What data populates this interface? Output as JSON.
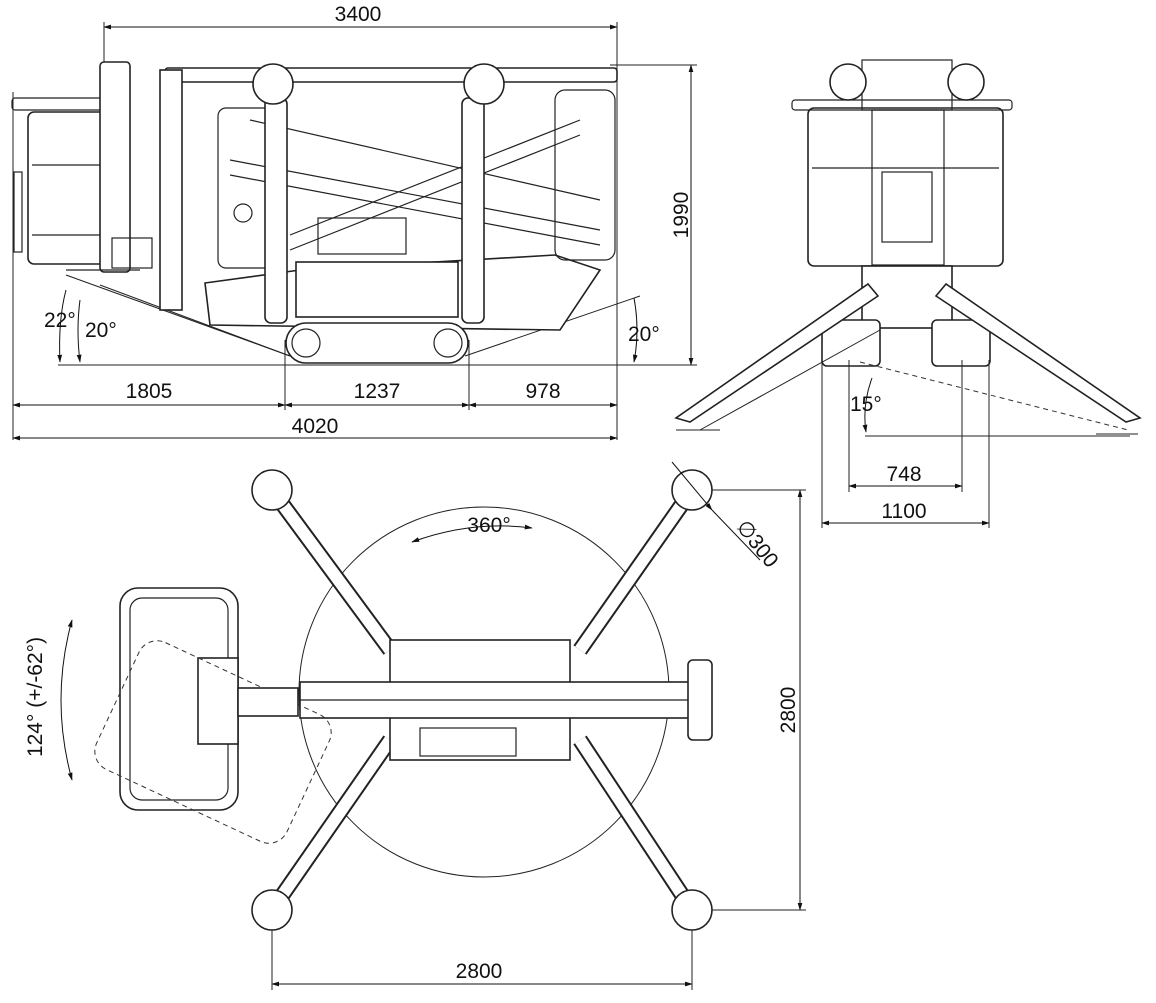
{
  "side_view": {
    "overall_width_top": "3400",
    "height": "1990",
    "angle_left_outer": "22°",
    "angle_left_inner": "20°",
    "angle_right": "20°",
    "seg_front": "1805",
    "seg_track": "1237",
    "seg_rear": "978",
    "overall_length": "4020"
  },
  "front_view": {
    "angle": "15°",
    "track_width": "748",
    "overall_width": "1100"
  },
  "top_view": {
    "rotation": "360°",
    "pad_diameter": "∅300",
    "outrigger_span_vertical": "2800",
    "outrigger_span_horizontal": "2800",
    "basket_rotation": "124° (+/-62°)"
  }
}
